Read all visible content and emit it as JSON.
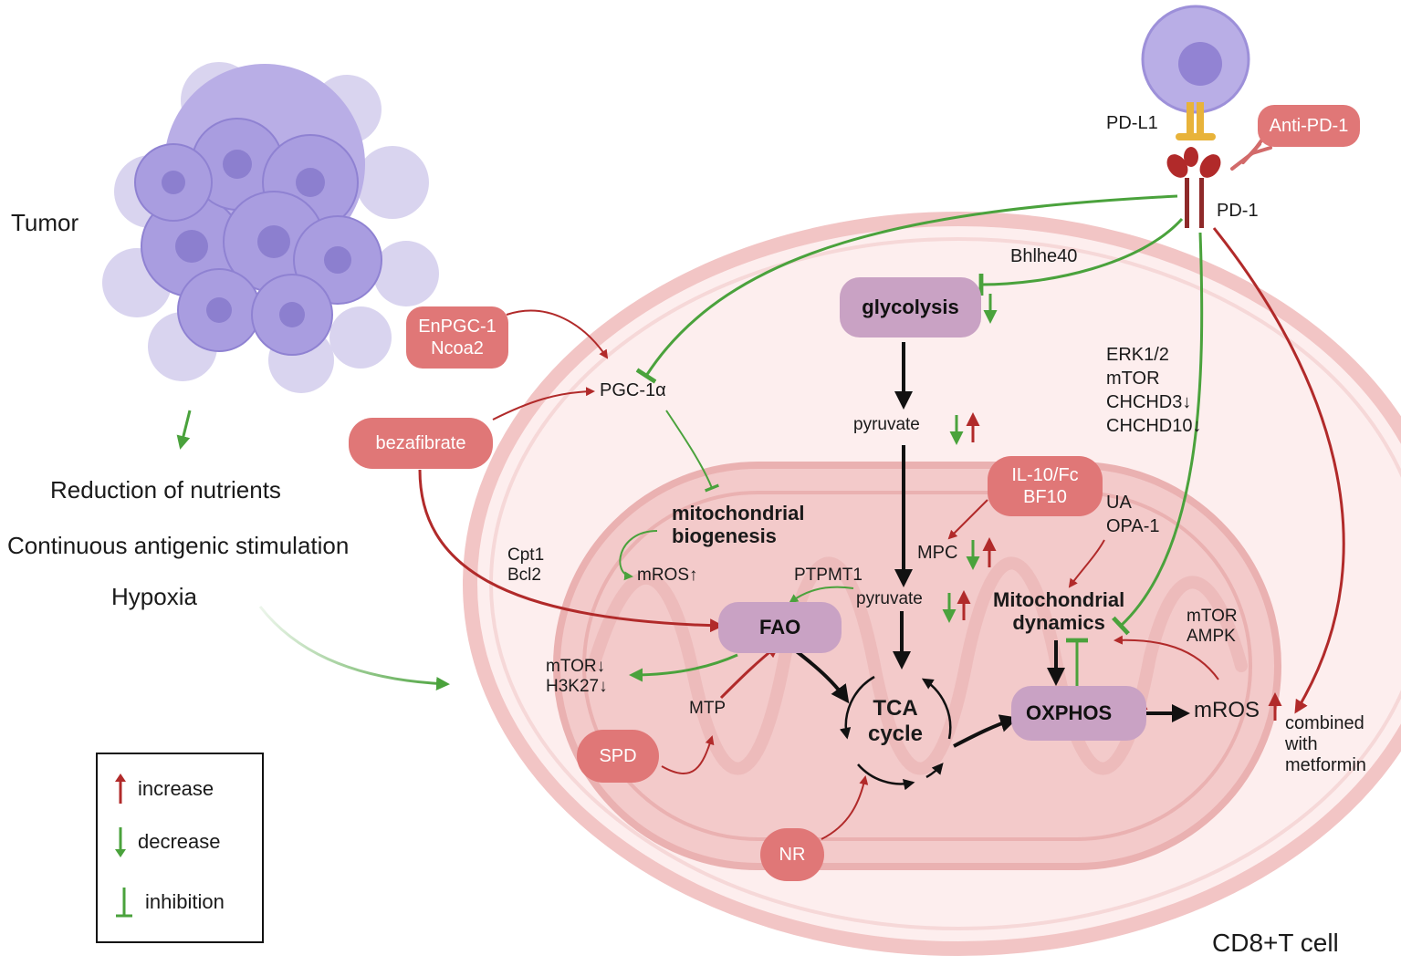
{
  "tumor": {
    "label": "Tumor",
    "effects": [
      "Reduction of nutrients",
      "Continuous antigenic stimulation",
      "Hypoxia"
    ]
  },
  "receptors": {
    "pdl1": "PD-L1",
    "pd1": "PD-1",
    "antibody": "Anti-PD-1"
  },
  "cell_label": "CD8+T cell",
  "regulators": {
    "enpgc": [
      "EnPGC-1",
      "Ncoa2"
    ],
    "bezafibrate": "bezafibrate",
    "il10": [
      "IL-10/Fc",
      "BF10"
    ],
    "spd": "SPD",
    "nr": "NR"
  },
  "processes": {
    "glycolysis": "glycolysis",
    "fao": "FAO",
    "oxphos": "OXPHOS",
    "tca": [
      "TCA",
      "cycle"
    ],
    "mito_biogenesis": [
      "mitochondrial",
      "biogenesis"
    ],
    "mito_dynamics": [
      "Mitochondrial",
      "dynamics"
    ]
  },
  "molecules": {
    "pgc": "PGC-1α",
    "bhlhe40": "Bhlhe40",
    "pyruvate_top": "pyruvate",
    "pyruvate_mid": "pyruvate",
    "mpc": "MPC",
    "mros_bio": "mROS↑",
    "ptpmt1": "PTPMT1",
    "cpt1_bcl2": [
      "Cpt1",
      "Bcl2"
    ],
    "mtor_h3k27": [
      "mTOR↓",
      "H3K27↓"
    ],
    "mtp": "MTP",
    "erk_group": [
      "ERK1/2",
      "mTOR",
      "CHCHD3↓",
      "CHCHD10↓"
    ],
    "ua_opa": [
      "UA",
      "OPA-1"
    ],
    "mtor_ampk": [
      "mTOR",
      "AMPK"
    ],
    "mros_ox": "mROS",
    "metformin": [
      "combined",
      "with",
      "metformin"
    ]
  },
  "legend": {
    "increase": "increase",
    "decrease": "decrease",
    "inhibition": "inhibition"
  },
  "colors": {
    "increase": "#b12a2a",
    "decrease": "#4aa23c",
    "inhibition": "#4aa23c",
    "regulator": "#e07777",
    "process": "#c9a2c4",
    "cell_membrane": "#f2c5c5",
    "mitochondrion": "#f3caca",
    "tumor": "#9a8ad8"
  }
}
